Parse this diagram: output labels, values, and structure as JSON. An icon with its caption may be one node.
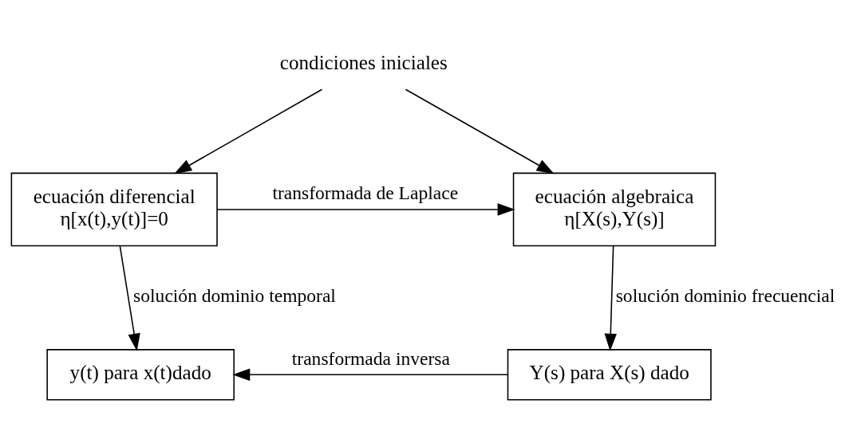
{
  "diagram": {
    "nodes": [
      {
        "text": [
          "condiciones iniciales"
        ]
      },
      {
        "text": [
          "ecuación diferencial",
          "η[x(t),y(t)]=0"
        ]
      },
      {
        "text": [
          "ecuación algebraica",
          "η[X(s),Y(s)]"
        ]
      },
      {
        "text": [
          "y(t) para x(t)dado"
        ]
      },
      {
        "text": [
          "Y(s) para X(s) dado"
        ]
      }
    ],
    "edges": [
      {
        "from": 0,
        "to": 1,
        "arrow": "to"
      },
      {
        "from": 0,
        "to": 2,
        "arrow": "to"
      },
      {
        "from": 1,
        "to": 2,
        "arrow": "to",
        "label": "transformada de Laplace"
      },
      {
        "from": 1,
        "to": 3,
        "arrow": "to",
        "label": "solución dominio temporal"
      },
      {
        "from": 2,
        "to": 4,
        "arrow": "to",
        "label": "solución dominio frecuencial"
      },
      {
        "from": 4,
        "to": 3,
        "arrow": "to",
        "label": "transformada inversa"
      }
    ]
  }
}
